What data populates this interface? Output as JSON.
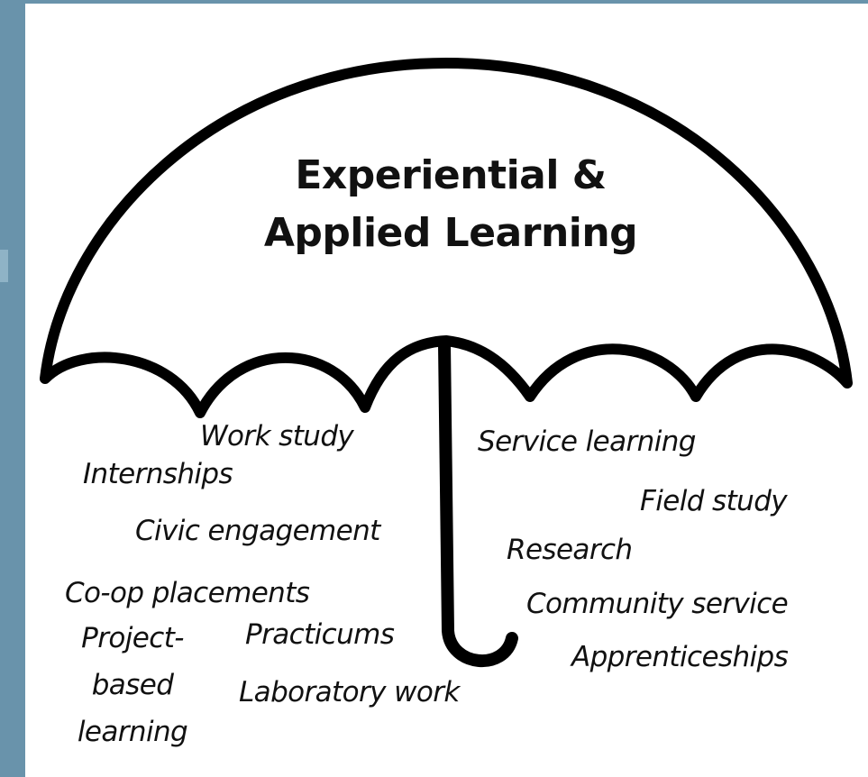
{
  "title": {
    "line1": "Experiential &",
    "line2": "Applied Learning"
  },
  "left_items": {
    "work_study": "Work study",
    "internships": "Internships",
    "civic_engagement": "Civic engagement",
    "coop_placements": "Co-op placements",
    "project_based_1": "Project-",
    "project_based_2": "based",
    "project_based_3": "learning",
    "practicums": "Practicums",
    "laboratory_work": "Laboratory work"
  },
  "right_items": {
    "service_learning": "Service learning",
    "field_study": "Field study",
    "research": "Research",
    "community_service": "Community service",
    "apprenticeships": "Apprenticeships"
  },
  "colors": {
    "background_blue": "#6993ab",
    "canvas": "#ffffff",
    "stroke": "#000000"
  }
}
